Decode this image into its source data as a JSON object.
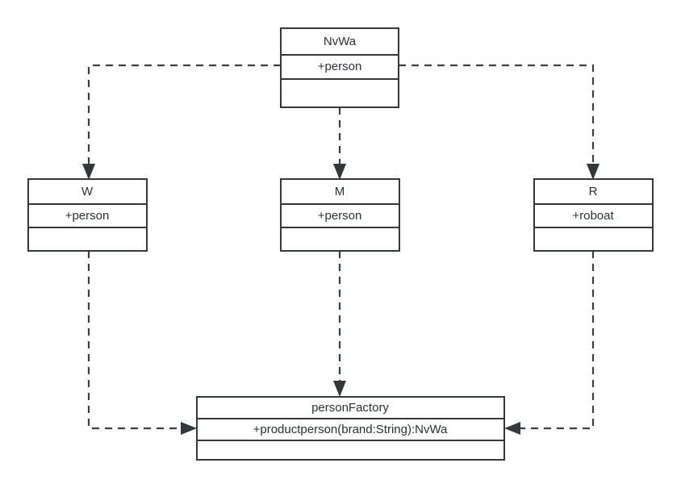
{
  "diagram": {
    "kind": "uml-class-diagram",
    "background_color": "#ffffff",
    "stroke_color": "#33383d",
    "text_color": "#2c3034",
    "classes": [
      {
        "id": "nvwa",
        "name": "NvWa",
        "attribute": "+person",
        "operation": ""
      },
      {
        "id": "w",
        "name": "W",
        "attribute": "+person",
        "operation": ""
      },
      {
        "id": "m",
        "name": "M",
        "attribute": "+person",
        "operation": ""
      },
      {
        "id": "r",
        "name": "R",
        "attribute": "+roboat",
        "operation": ""
      },
      {
        "id": "personfactory",
        "name": "personFactory",
        "attribute": "+productperson(brand:String):NvWa",
        "operation": ""
      }
    ],
    "edges": [
      {
        "id": "nvwa-to-w",
        "from": "NvWa",
        "to": "W",
        "style": "dashed",
        "arrow": "filled-triangle"
      },
      {
        "id": "nvwa-to-m",
        "from": "NvWa",
        "to": "M",
        "style": "dashed",
        "arrow": "filled-triangle"
      },
      {
        "id": "nvwa-to-r",
        "from": "NvWa",
        "to": "R",
        "style": "dashed",
        "arrow": "filled-triangle"
      },
      {
        "id": "w-to-factory",
        "from": "W",
        "to": "personFactory",
        "style": "dashed",
        "arrow": "filled-triangle"
      },
      {
        "id": "m-to-factory",
        "from": "M",
        "to": "personFactory",
        "style": "dashed",
        "arrow": "filled-triangle"
      },
      {
        "id": "r-to-factory",
        "from": "R",
        "to": "personFactory",
        "style": "dashed",
        "arrow": "filled-triangle"
      }
    ]
  }
}
